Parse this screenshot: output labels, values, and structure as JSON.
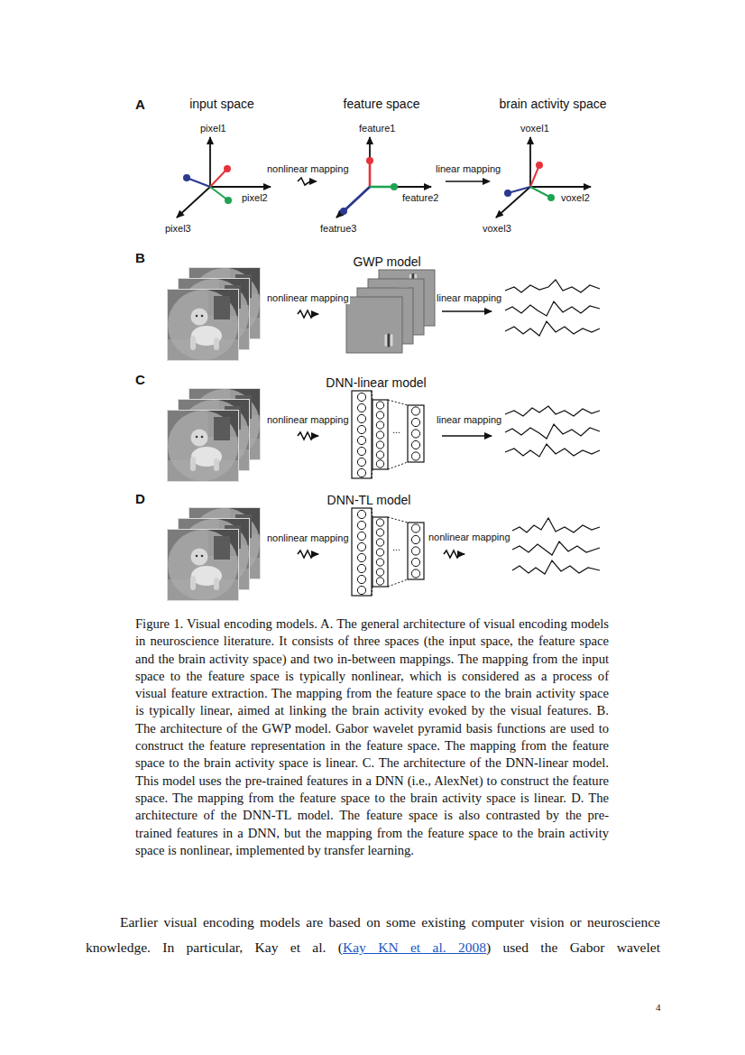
{
  "diagram": {
    "caption": "Figure 1. Visual encoding models. A. The general architecture of visual encoding models in neuroscience literature. It consists of three spaces (the input space, the feature space and the brain activity space) and two in-between mappings. The mapping from the input space to the feature space is typically nonlinear, which is considered as a process of visual feature extraction. The mapping from the feature space to the brain activity space is typically linear, aimed at linking the brain activity evoked by the visual features. B. The architecture of the GWP model. Gabor wavelet pyramid basis functions are used to construct the feature representation in the feature space. The mapping from the feature space to the brain activity space is linear. C. The architecture of the DNN-linear model. This model uses the pre-trained features in a DNN (i.e., AlexNet) to construct the feature space. The mapping from the feature space to the brain activity space is linear. D. The architecture of the DNN-TL model. The feature space is also contrasted by the pre-trained features in a DNN, but the mapping from the feature space to the brain activity space is nonlinear, implemented by transfer learning.",
    "nodes": [
      {
        "text": [
          "input space"
        ]
      },
      {
        "text": [
          "feature space"
        ]
      },
      {
        "text": [
          "brain activity space"
        ]
      },
      {
        "text": [
          "GWP model"
        ]
      },
      {
        "text": [
          "DNN-linear model"
        ]
      },
      {
        "text": [
          "DNN-TL model"
        ]
      }
    ],
    "edges": [
      {
        "from": 0,
        "to": 1,
        "arrow": "to",
        "label": "nonlinear mapping"
      },
      {
        "from": 1,
        "to": 2,
        "arrow": "to",
        "label": "linear mapping"
      }
    ],
    "labels": [
      "A",
      "pixel1",
      "feature1",
      "voxel1",
      "pixel2",
      "feature2",
      "voxel2",
      "pixel3",
      "featrue3",
      "voxel3",
      "B",
      "nonlinear mapping",
      "linear mapping",
      "C",
      "nonlinear mapping",
      "linear mapping",
      "...",
      "D",
      "nonlinear mapping",
      "...",
      "nonlinear mapping",
      "Earlier visual encoding models are based on some existing computer vision or neuroscience knowledge. In particular, Kay et al. (",
      "Kay KN et al. 2008",
      ") used the Gabor wavelet",
      "4"
    ]
  }
}
